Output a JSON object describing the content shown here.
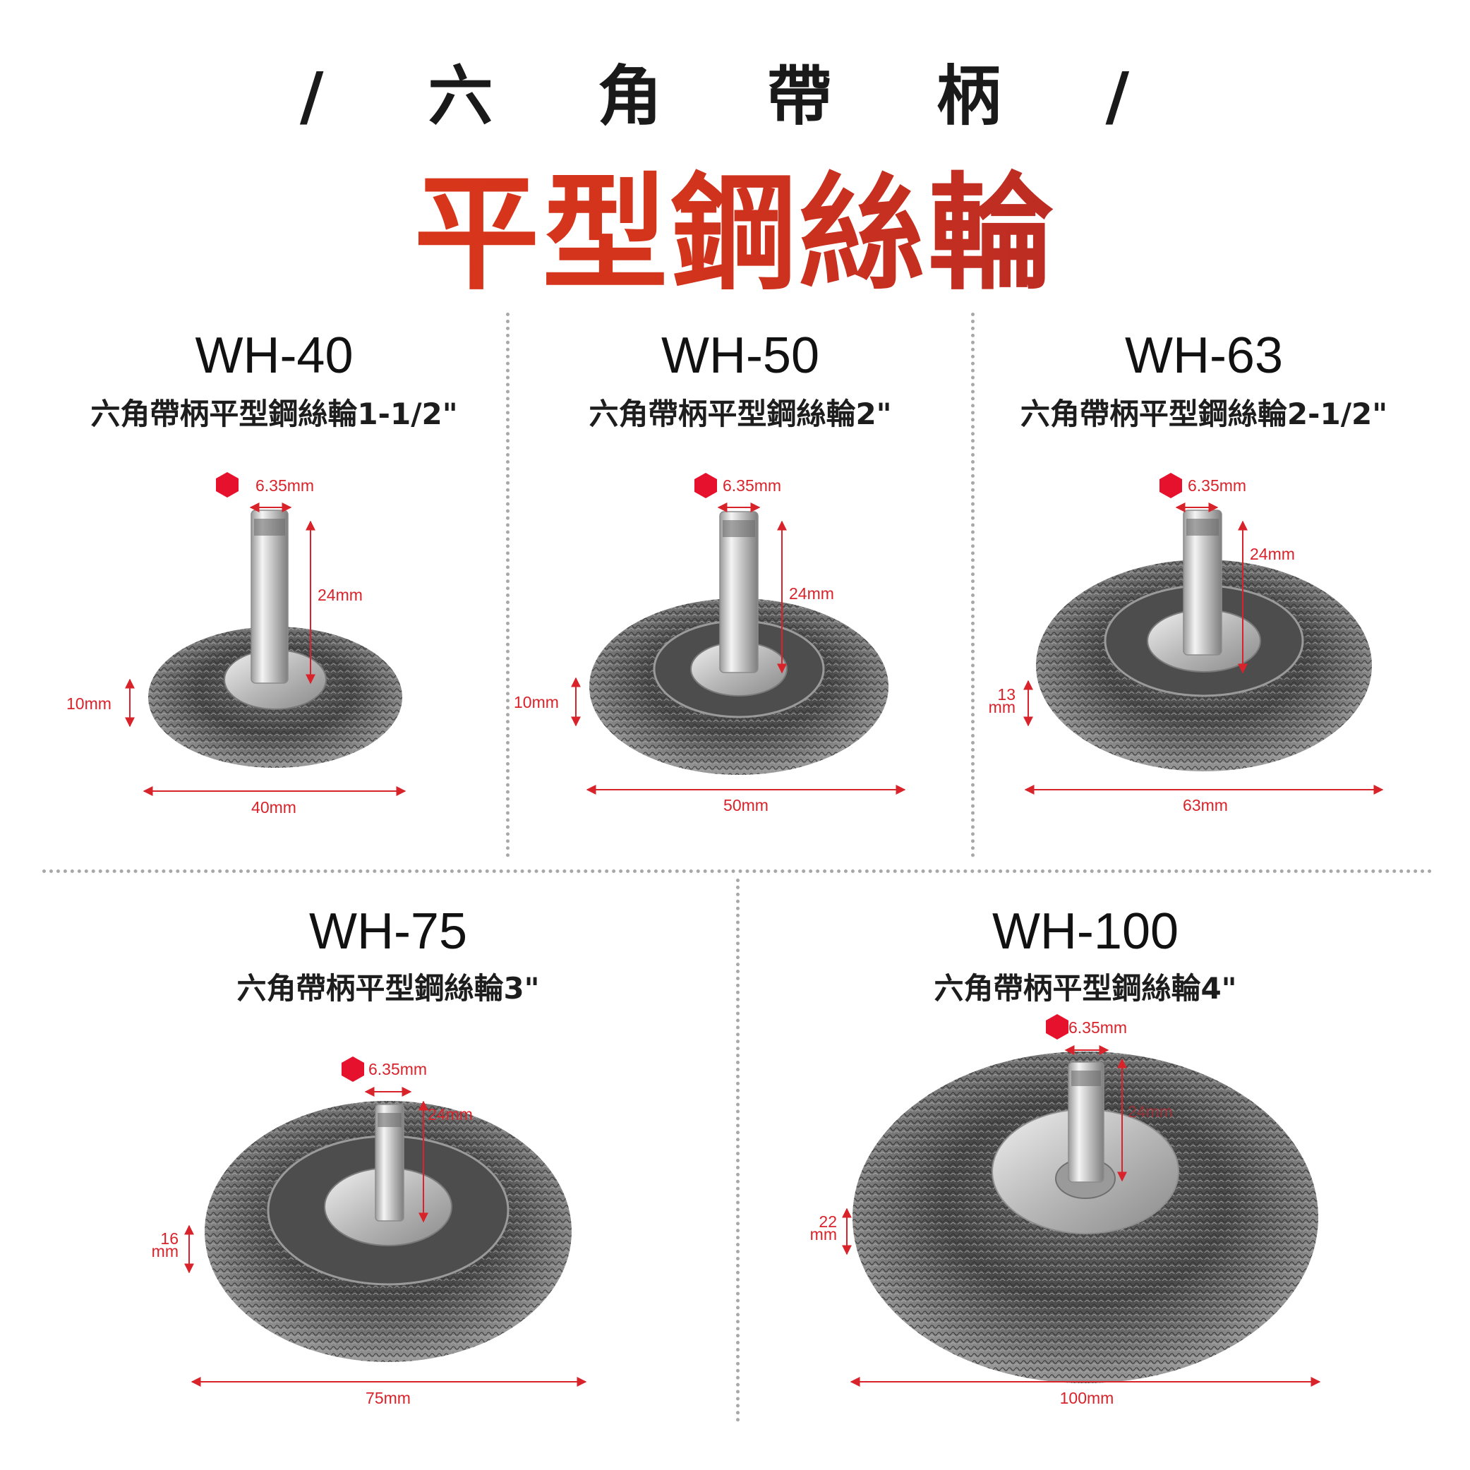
{
  "header": {
    "subtitle": "/ 六 角 帶 柄 /",
    "title": "平型鋼絲輪"
  },
  "colors": {
    "accent_red": "#d9232b",
    "title_gradient_start": "#e0391a",
    "title_gradient_end": "#a5242a",
    "divider": "#a8a8a8"
  },
  "products": [
    {
      "model": "WH-40",
      "name": "六角帶柄平型鋼絲輪1-1/2\"",
      "hex_size": "6.35mm",
      "shank_length": "24mm",
      "thickness": "10mm",
      "diameter": "40mm"
    },
    {
      "model": "WH-50",
      "name": "六角帶柄平型鋼絲輪2\"",
      "hex_size": "6.35mm",
      "shank_length": "24mm",
      "thickness": "10mm",
      "diameter": "50mm"
    },
    {
      "model": "WH-63",
      "name": "六角帶柄平型鋼絲輪2-1/2\"",
      "hex_size": "6.35mm",
      "shank_length": "24mm",
      "thickness_value": "13",
      "thickness_unit": "mm",
      "diameter": "63mm"
    },
    {
      "model": "WH-75",
      "name": "六角帶柄平型鋼絲輪3\"",
      "hex_size": "6.35mm",
      "shank_length": "24mm",
      "thickness_value": "16",
      "thickness_unit": "mm",
      "diameter": "75mm"
    },
    {
      "model": "WH-100",
      "name": "六角帶柄平型鋼絲輪4\"",
      "hex_size": "6.35mm",
      "shank_length": "24mm",
      "thickness_value": "22",
      "thickness_unit": "mm",
      "diameter": "100mm"
    }
  ]
}
